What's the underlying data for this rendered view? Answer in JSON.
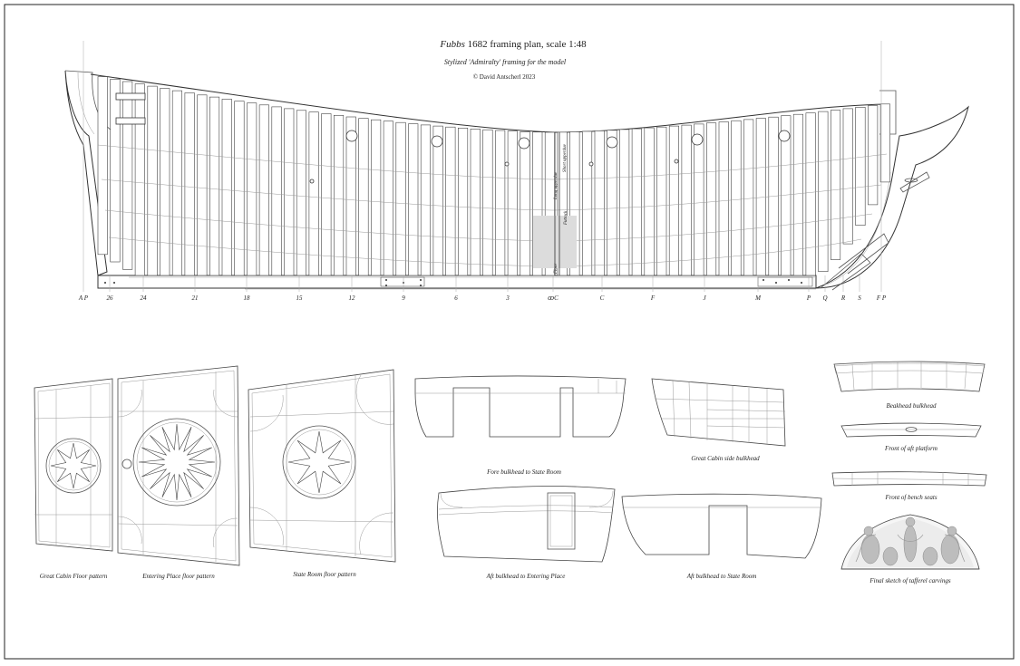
{
  "header": {
    "title_italic": "Fubbs",
    "title_rest": " 1682 framing plan, scale 1:48",
    "subtitle": "Stylized 'Admiralty' framing for the model",
    "copyright": "© David Antscherl  2023"
  },
  "midship_labels": {
    "floor": "Floor",
    "futtock": "Futtock",
    "long_upper": "Long upperdue",
    "short_upper": "Short upperdue"
  },
  "stations": [
    {
      "label": "A P"
    },
    {
      "label": "26"
    },
    {
      "label": "24"
    },
    {
      "label": "21"
    },
    {
      "label": "18"
    },
    {
      "label": "15"
    },
    {
      "label": "12"
    },
    {
      "label": "9"
    },
    {
      "label": "6"
    },
    {
      "label": "3"
    },
    {
      "label": "ꝏC"
    },
    {
      "label": "C"
    },
    {
      "label": "F"
    },
    {
      "label": "J"
    },
    {
      "label": "M"
    },
    {
      "label": "P"
    },
    {
      "label": "Q"
    },
    {
      "label": "R"
    },
    {
      "label": "S"
    },
    {
      "label": "F P"
    }
  ],
  "captions": {
    "great_cabin_floor": "Great Cabin Floor pattern",
    "entering_place_floor": "Entering Place floor pattern",
    "state_room_floor": "State Room floor pattern",
    "fore_bulkhead": "Fore bulkhead to State Room",
    "great_cabin_side": "Great Cabin side bulkhead",
    "aft_bulkhead_entering": "Aft bulkhead to Entering Place",
    "aft_bulkhead_state": "Aft bulkhead to State Room",
    "beakhead": "Beakhead bulkhead",
    "aft_platform": "Front of aft platform",
    "bench_seats": "Front of bench seats",
    "tafferel": "Final sketch of tafferel carvings"
  }
}
